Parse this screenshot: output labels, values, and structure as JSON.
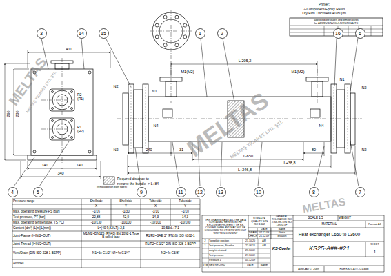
{
  "diagram": {
    "nodes": [
      {
        "text": [
          "3"
        ]
      },
      {
        "text": [
          "14"
        ]
      },
      {
        "text": [
          "15"
        ]
      },
      {
        "text": [
          "1"
        ]
      },
      {
        "text": [
          "2"
        ]
      },
      {
        "text": [
          "16"
        ]
      },
      {
        "text": [
          "6"
        ]
      },
      {
        "text": [
          "4"
        ]
      },
      {
        "text": [
          "5"
        ]
      },
      {
        "text": [
          "9"
        ]
      },
      {
        "text": [
          "11"
        ]
      },
      {
        "text": [
          "12"
        ]
      },
      {
        "text": [
          "13"
        ]
      },
      {
        "text": [
          "10"
        ]
      },
      {
        "text": [
          "8"
        ]
      },
      {
        "text": [
          "7"
        ]
      }
    ],
    "labels": [
      "Primer:",
      "2-Component-Epoxy Resin",
      "Dry Film Thickness 40-60µm",
      "approved pressures and temperatures",
      "for ABS/BV/DNV/GL/LR/RS/RINA/ITC",
      "MELTAS",
      "MELTAŞ TİCARET LTD. ŞTİ.",
      "MELTAS",
      "MELTAŞ TİCARET LTD. ŞTİ.",
      "MELTAS",
      "410",
      "R2",
      "(R1)",
      "R1",
      "(R2)",
      "N2",
      "N1",
      "N4",
      "N2",
      "N1",
      "N2",
      "N4",
      "N2",
      "L-205,2",
      "M1(M2)",
      "M1(M2)",
      "240",
      "31",
      "L-650",
      "80",
      "L+38,8",
      "L+246,8",
      "140",
      "140",
      "340",
      "230",
      "260",
      "Required distance to",
      "remove the bundle -> L+84",
      "(removable on both sides)",
      "Pressure range",
      "Shellside",
      "Shellside",
      "Tubeside",
      "Tubeside",
      "X",
      "Y",
      "X",
      "Y",
      "Max. operating pressure PS [bar]",
      "-1/16",
      "-1/30",
      "-1/10",
      "-1/10",
      "Test pressure, PT [bar]",
      "22,88",
      "42,9",
      "14,3",
      "14,3",
      "Max. operating temperature, TS [°C]",
      "-10/130",
      "-10/100",
      "-10/100",
      "-10/100",
      "Content [dm³] (L[m],L[mm])",
      "L=(40-9,82/LT)+2,5",
      "10,53xL+7,1",
      "Joint-Flange (I=IN/2=OUT)",
      "M1/M2=DN125 (PN40) EN 1092-1 Type B rolled face",
      "R1/R2=SAE 3\" (PN16) ISO 6162-1",
      "Joint-Thread (I=IN/2=OUT)",
      "R1/R2=G 1/2\" DIN ISO 228-1 BSPP",
      "Vent/Drain (DIN ISO 228-1 BSPP)",
      "N1=6x G1/2\" N4=4x G1/4\"",
      "N2=4x G3/8\"",
      "Anodes",
      "THIS DRAWING AND ALL THE DATA CONTAINED HEREIN IS THE EXCLUSIVE PROPERTY OF KS-COOLER GMBH AND MAY NOT BE DISCLOSED TO OTHERS WITHOUT WRITTEN CONSENT",
      "SURFACE QUALITY DIN ISO 1302",
      "GENERAL TOLERANCE ISO 2768-mK DIN ISO 13920-CF",
      "SCALE 1:5",
      "WEIGHT",
      "MATERIAL",
      "Format A3",
      "DATE",
      "NAME",
      "DRAW",
      "02.12.09",
      "Gerke",
      "CHECK",
      "21.12.09",
      "Braasch",
      "Heat exchanger L650 to L3600",
      "KS25-A##-#21",
      "SHEET",
      "1",
      "KS-Cooler",
      "2",
      "Typeplate position",
      "21.10.20",
      "AM",
      "1",
      "Test pressure, Nozzles",
      "22.06.16",
      "AM",
      "weights drained",
      "23.10.09",
      "Test pressure",
      "27.10.09",
      "Pressure 1",
      "03.12.09",
      "SYM",
      "REV RECORD",
      "DATE",
      "NAME",
      "AutoCAD LT 2009",
      "FILE:KS25-A##-#21.dwg"
    ]
  }
}
